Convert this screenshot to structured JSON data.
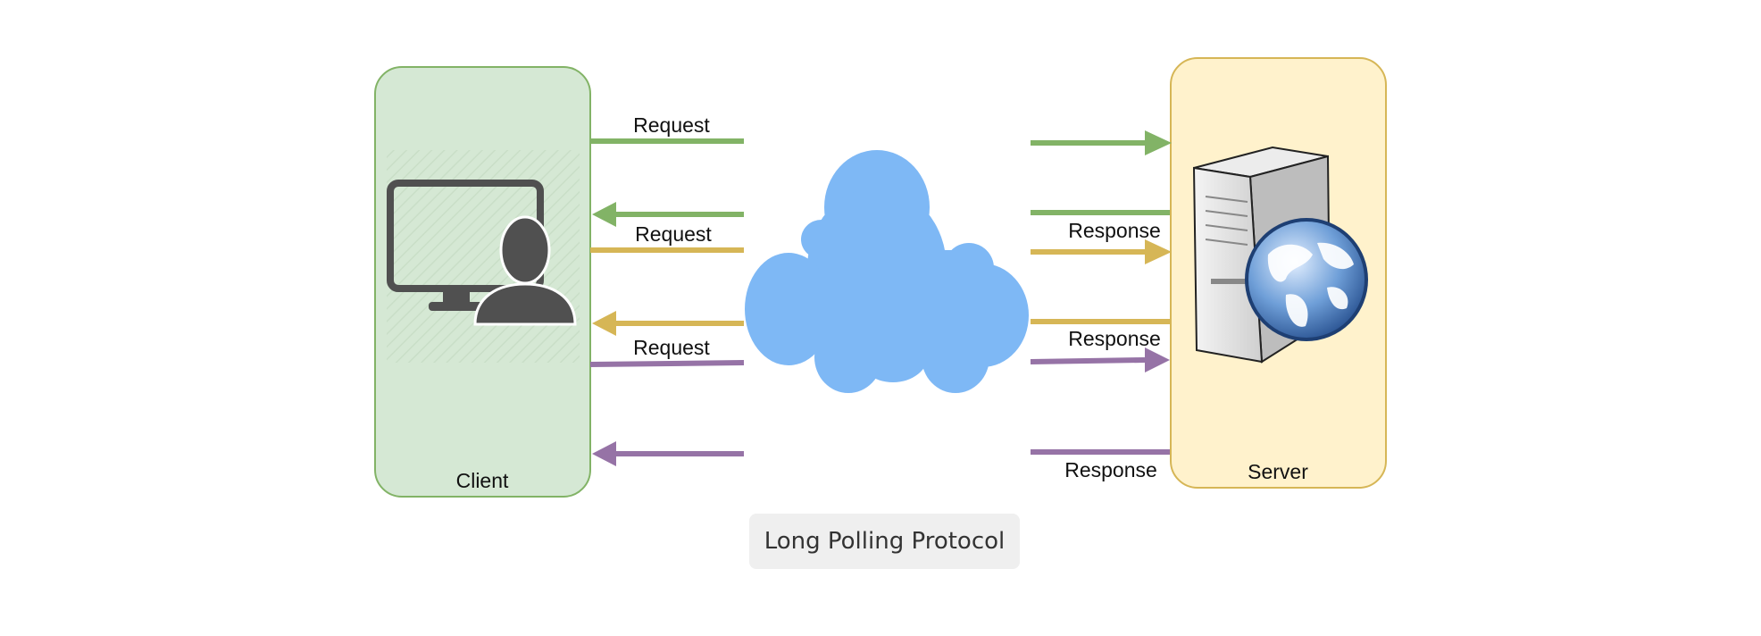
{
  "diagram": {
    "client_label": "Client",
    "server_label": "Server",
    "caption": "Long Polling Protocol",
    "exchanges": [
      {
        "request_label": "Request",
        "response_label": "Response",
        "color": "#82b366"
      },
      {
        "request_label": "Request",
        "response_label": "Response",
        "color": "#d6b656"
      },
      {
        "request_label": "Request",
        "response_label": "Response",
        "color": "#9673a6"
      }
    ],
    "colors": {
      "client_fill": "#d5e8d4",
      "client_stroke": "#82b366",
      "server_fill": "#fff2cc",
      "server_stroke": "#d6b656",
      "cloud": "#7eb8f5",
      "icon_dark": "#505050"
    },
    "icons": {
      "client": "user-at-computer-icon",
      "network": "cloud-icon",
      "server": "web-server-globe-icon"
    }
  }
}
